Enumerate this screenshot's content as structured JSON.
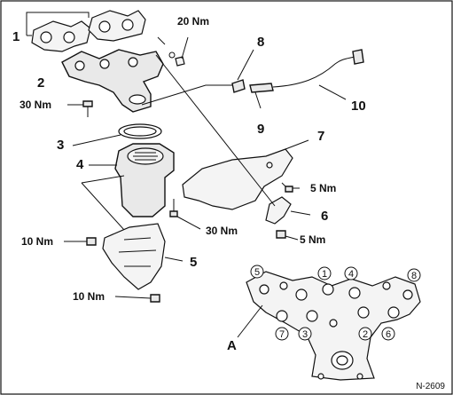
{
  "labels": {
    "p1": "1",
    "p2": "2",
    "p3": "3",
    "p4": "4",
    "p5": "5",
    "p6": "6",
    "p7": "7",
    "p8": "8",
    "p9": "9",
    "p10": "10",
    "pA": "A"
  },
  "torques": {
    "t20": "20 Nm",
    "t30_upper": "30 Nm",
    "t30_lower": "30 Nm",
    "t5_upper": "5 Nm",
    "t5_lower": "5 Nm",
    "t10_upper": "10 Nm",
    "t10_lower": "10 Nm"
  },
  "sequence": {
    "s1": "1",
    "s2": "2",
    "s3": "3",
    "s4": "4",
    "s5": "5",
    "s6": "6",
    "s7": "7",
    "s8": "8"
  },
  "figure": {
    "code": "N-2609"
  }
}
